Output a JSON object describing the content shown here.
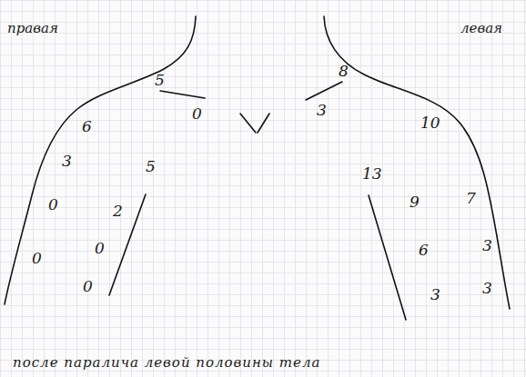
{
  "diagram": {
    "caption": "после паралича левой половины тела",
    "labels": [
      "правая",
      "левая",
      "5",
      "8",
      "0",
      "3",
      "6",
      "10",
      "3",
      "5",
      "13",
      "0",
      "2",
      "9",
      "7",
      "0",
      "0",
      "6",
      "3",
      "0",
      "3",
      "3"
    ]
  }
}
